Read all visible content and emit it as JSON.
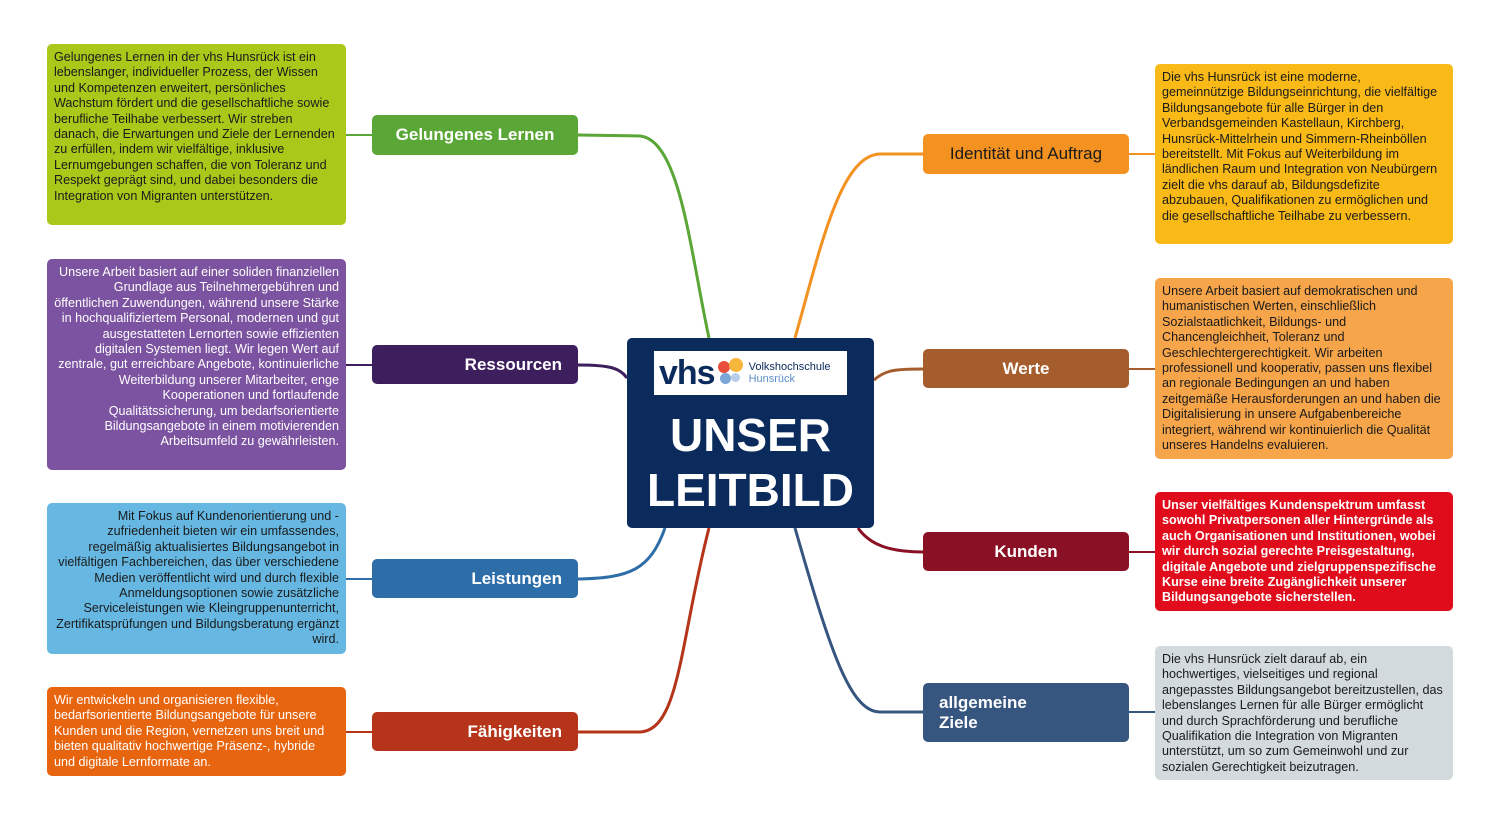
{
  "center": {
    "logo_mark": "vhs",
    "logo_line1": "Volkshochschule",
    "logo_line2": "Hunsrück",
    "title_line1": "UNSER",
    "title_line2": "LEITBILD"
  },
  "branches": [
    {
      "id": "gelungenes-lernen",
      "label": "Gelungenes Lernen",
      "color": "#5aa636",
      "box_color": "#a9c81a",
      "text": "Gelungenes Lernen in der vhs Hunsrück ist ein lebenslanger, individueller Prozess, der Wissen und Kompetenzen erweitert, persönliches Wachstum fördert und die gesellschaftliche sowie berufliche Teilhabe verbessert. Wir streben danach, die Erwartungen und Ziele der Lernenden zu erfüllen, indem wir vielfältige, inklusive Lernumgebungen schaffen, die von Toleranz und Respekt geprägt sind, und dabei besonders die Integration von Migranten unterstützen."
    },
    {
      "id": "ressourcen",
      "label": "Ressourcen",
      "color": "#3d1f5e",
      "box_color": "#7b53a0",
      "text": "Unsere Arbeit basiert auf einer soliden finanziellen Grundlage aus Teilnehmergebühren und öffentlichen Zuwendungen, während unsere Stärke in hochqualifiziertem Personal, modernen und gut ausgestatteten Lernorten sowie effizienten digitalen Systemen liegt. Wir legen Wert auf zentrale, gut erreichbare Angebote, kontinuierliche Weiterbildung unserer Mitarbeiter, enge Kooperationen und fortlaufende Qualitätssicherung, um bedarfsorientierte Bildungsangebote in einem motivierenden Arbeitsumfeld zu gewährleisten."
    },
    {
      "id": "leistungen",
      "label": "Leistungen",
      "color": "#2e6ea8",
      "box_color": "#66b8e3",
      "text": "Mit Fokus auf Kundenorientierung und -zufriedenheit bieten wir ein umfassendes, regelmäßig aktualisiertes Bildungsangebot in vielfältigen Fachbereichen, das über verschiedene Medien veröffentlicht wird und durch flexible Anmeldungsoptionen sowie zusätzliche Serviceleistungen wie Kleingruppenunterricht, Zertifikatsprüfungen und Bildungsberatung ergänzt wird."
    },
    {
      "id": "faehigkeiten",
      "label": "Fähigkeiten",
      "color": "#b5341a",
      "box_color": "#e8650f",
      "text": "Wir entwickeln und organisieren flexible, bedarfsorientierte Bildungsangebote für unsere Kunden und die Region, vernetzen uns breit und bieten qualitativ hochwertige Präsenz-, hybride und digitale Lernformate an."
    },
    {
      "id": "identitaet",
      "label": "Identität und Auftrag",
      "color": "#f39220",
      "box_color": "#f9b917",
      "text": "Die vhs Hunsrück ist eine moderne, gemeinnützige Bildungseinrichtung, die vielfältige Bildungsangebote für alle Bürger in den Verbandsgemeinden Kastellaun, Kirchberg, Hunsrück-Mittelrhein und Simmern-Rheinböllen bereitstellt. Mit Fokus auf Weiterbildung im ländlichen Raum und Integration von Neubürgern zielt die vhs darauf ab, Bildungsdefizite abzubauen, Qualifikationen zu ermöglichen und die gesellschaftliche Teilhabe zu verbessern."
    },
    {
      "id": "werte",
      "label": "Werte",
      "color": "#a65d2e",
      "box_color": "#f6a54a",
      "text": "Unsere Arbeit basiert auf demokratischen und humanistischen Werten, einschließlich Sozialstaatlichkeit, Bildungs- und Chancengleichheit, Toleranz und Geschlechtergerechtigkeit. Wir arbeiten professionell und kooperativ, passen uns flexibel an regionale Bedingungen an und haben zeitgemäße Herausforderungen an und haben die Digitalisierung in unsere Aufgabenbereiche integriert, während wir kontinuierlich die Qualität unseres Handelns evaluieren."
    },
    {
      "id": "kunden",
      "label": "Kunden",
      "color": "#8a1025",
      "box_color": "#e00c1b",
      "text": "Unser vielfältiges Kundenspektrum umfasst sowohl Privatpersonen aller Hintergründe als auch Organisationen und Institutionen, wobei wir durch sozial gerechte Preisgestaltung, digitale Angebote und zielgruppenspezifische Kurse eine breite Zugänglichkeit unserer Bildungsangebote sicherstellen."
    },
    {
      "id": "ziele",
      "label": "allgemeine Ziele",
      "label_line1": "allgemeine",
      "label_line2": "Ziele",
      "color": "#36557f",
      "box_color": "#d3dade",
      "text": "Die vhs Hunsrück zielt darauf ab, ein hochwertiges, vielseitiges und regional angepasstes Bildungsangebot bereitzustellen, das lebenslanges Lernen für alle Bürger ermöglicht und durch Sprachförderung und berufliche Qualifikation die Integration von Migranten unterstützt, um so zum Gemeinwohl und zur sozialen Gerechtigkeit beizutragen."
    }
  ]
}
